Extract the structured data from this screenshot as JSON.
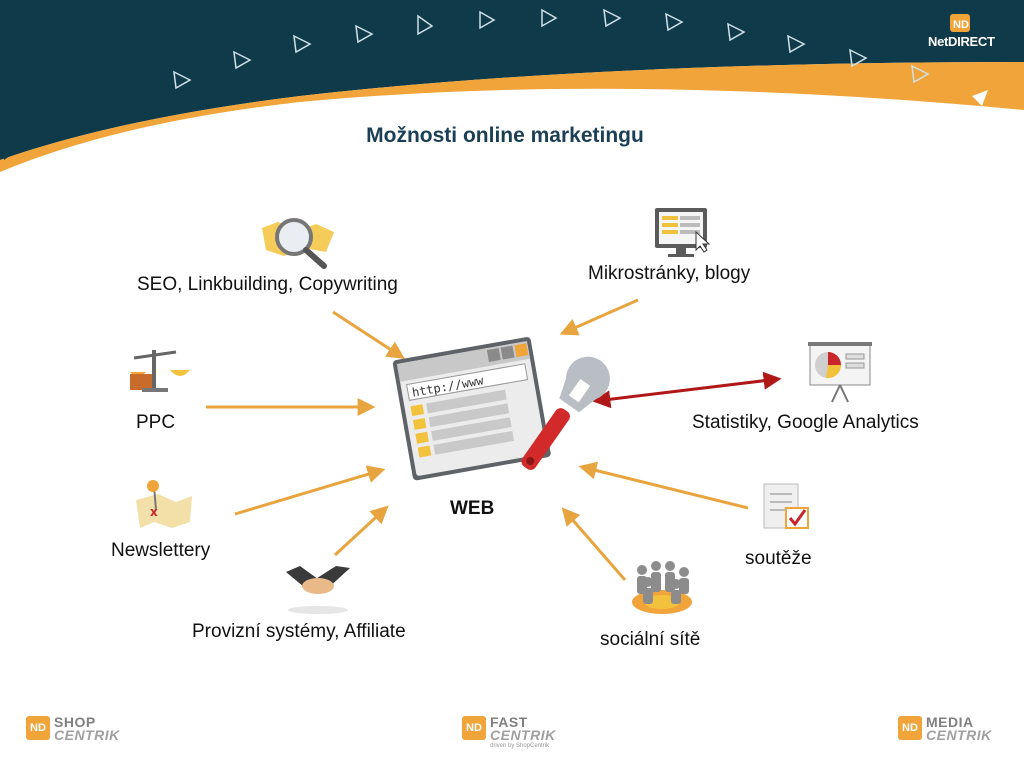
{
  "header": {
    "title": "Možnosti online marketingu",
    "brand_text": "NetDIRECT",
    "colors": {
      "band": "#0f3a4a",
      "accent": "#f0a43a",
      "title": "#1b3f55"
    }
  },
  "center": {
    "label": "WEB",
    "url_text": "http://www"
  },
  "nodes": [
    {
      "id": "seo",
      "label": "SEO, Linkbuilding, Copywriting",
      "icon": "magnifier-map-icon",
      "arrow": "inbound"
    },
    {
      "id": "ppc",
      "label": "PPC",
      "icon": "scales-icon",
      "arrow": "inbound"
    },
    {
      "id": "newsletter",
      "label": "Newslettery",
      "icon": "map-pin-icon",
      "arrow": "inbound"
    },
    {
      "id": "affiliate",
      "label": "Provizní systémy, Affiliate",
      "icon": "handshake-icon",
      "arrow": "inbound"
    },
    {
      "id": "microsites",
      "label": "Mikrostránky, blogy",
      "icon": "monitor-cursor-icon",
      "arrow": "inbound"
    },
    {
      "id": "analytics",
      "label": "Statistiky, Google Analytics",
      "icon": "pie-chart-board-icon",
      "arrow": "bidirectional"
    },
    {
      "id": "contests",
      "label": "soutěže",
      "icon": "checklist-icon",
      "arrow": "inbound"
    },
    {
      "id": "social",
      "label": "sociální sítě",
      "icon": "people-group-icon",
      "arrow": "inbound"
    }
  ],
  "arrow_colors": {
    "inbound": "#e8a43e",
    "bidirectional": "#b01818"
  },
  "footer": [
    {
      "line1": "SHOP",
      "line2": "CENTRIK",
      "sub": ""
    },
    {
      "line1": "FAST",
      "line2": "CENTRIK",
      "sub": "driven by ShopCentrik"
    },
    {
      "line1": "MEDIA",
      "line2": "CENTRIK",
      "sub": ""
    }
  ]
}
